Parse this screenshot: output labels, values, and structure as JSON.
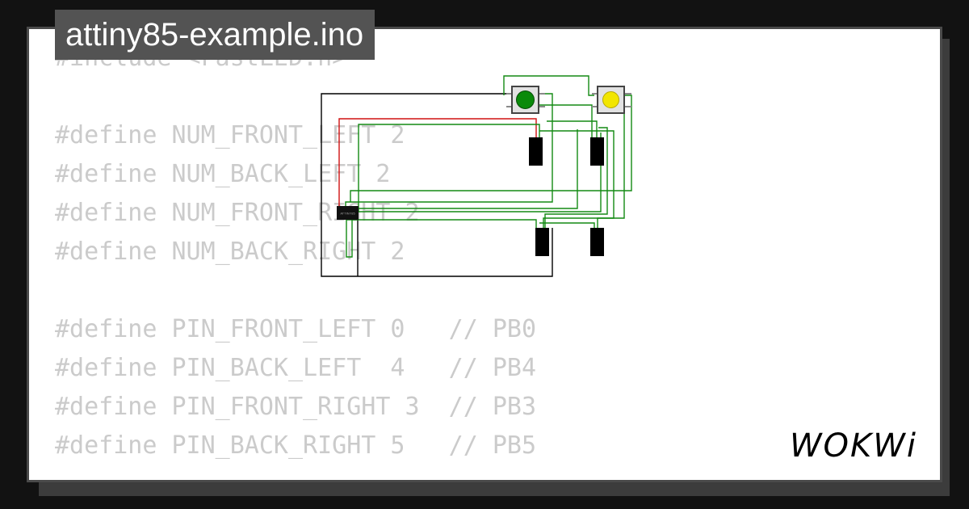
{
  "project": {
    "filename": "attiny85-example.ino",
    "brand": "WOKWi"
  },
  "code_lines": [
    "#include <FastLED.h>",
    "",
    "#define NUM_FRONT_LEFT 2",
    "#define NUM_BACK_LEFT 2",
    "#define NUM_FRONT_RIGHT 2",
    "#define NUM_BACK_RIGHT 2",
    "",
    "#define PIN_FRONT_LEFT 0   // PB0",
    "#define PIN_BACK_LEFT  4   // PB4",
    "#define PIN_FRONT_RIGHT 3  // PB3",
    "#define PIN_BACK_RIGHT 5   // PB5"
  ],
  "diagram": {
    "chip_label": "ATTINY85",
    "buttons": [
      {
        "color_name": "green",
        "color": "#0a8a0a"
      },
      {
        "color_name": "yellow",
        "color": "#f2e600"
      }
    ],
    "wire_colors": {
      "signal": "#138a13",
      "power": "#d01010",
      "ground": "#000000"
    }
  }
}
